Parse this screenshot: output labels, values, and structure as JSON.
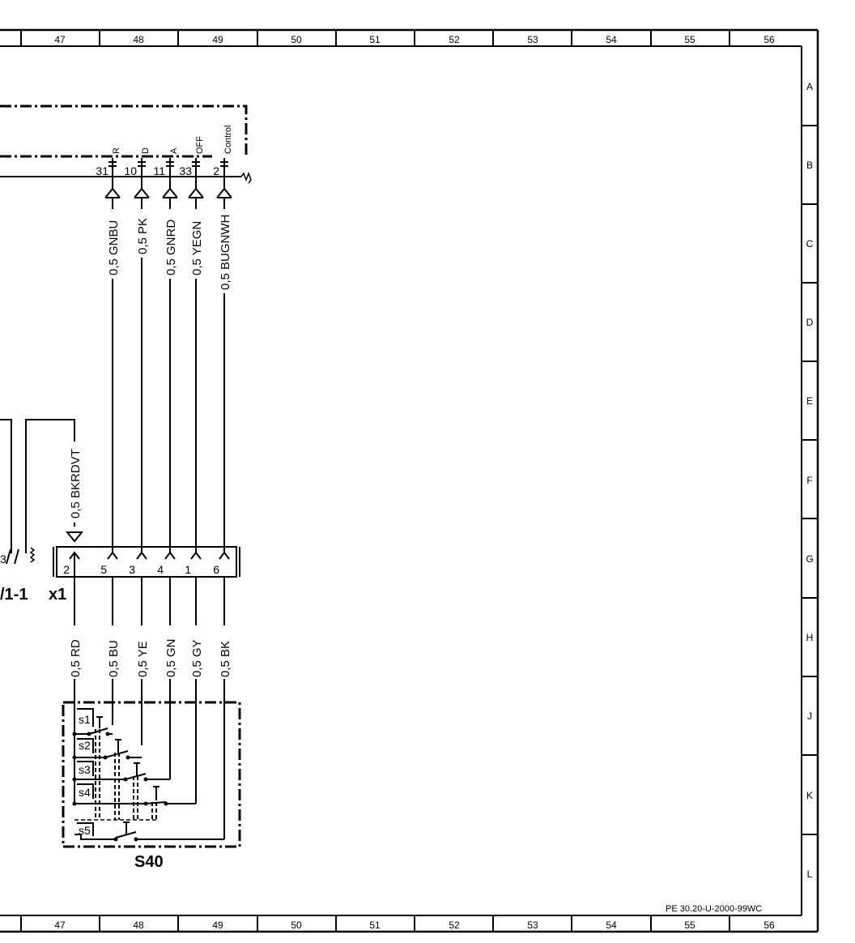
{
  "columns": [
    "47",
    "48",
    "49",
    "50",
    "51",
    "52",
    "53",
    "54",
    "55",
    "56"
  ],
  "rows": [
    "A",
    "B",
    "C",
    "D",
    "E",
    "F",
    "G",
    "H",
    "J",
    "K",
    "L"
  ],
  "ecu_pins": [
    {
      "pin": "31",
      "func": "R"
    },
    {
      "pin": "10",
      "func": "D"
    },
    {
      "pin": "11",
      "func": "A"
    },
    {
      "pin": "33",
      "func": "OFF"
    },
    {
      "pin": "2",
      "func": "Control"
    }
  ],
  "upper_wires": [
    "0,5 GNBU",
    "0,5 PK",
    "0,5 GNRD",
    "0,5 YEGN",
    "0,5 BUGNWH"
  ],
  "left_wire": "0,5 BKRDVT",
  "connector": {
    "name": "x1",
    "pins": [
      "2",
      "5",
      "3",
      "4",
      "1",
      "6"
    ]
  },
  "left_component": {
    "label": "/1-1",
    "pin": "3"
  },
  "lower_wires": [
    "0,5 RD",
    "0,5 BU",
    "0,5 YE",
    "0,5 GN",
    "0,5 GY",
    "0,5 BK"
  ],
  "switch": {
    "name": "S40",
    "contacts": [
      "s1",
      "s2",
      "s3",
      "s4",
      "s5"
    ]
  },
  "drawing_ref": "PE 30.20-U-2000-99WC"
}
